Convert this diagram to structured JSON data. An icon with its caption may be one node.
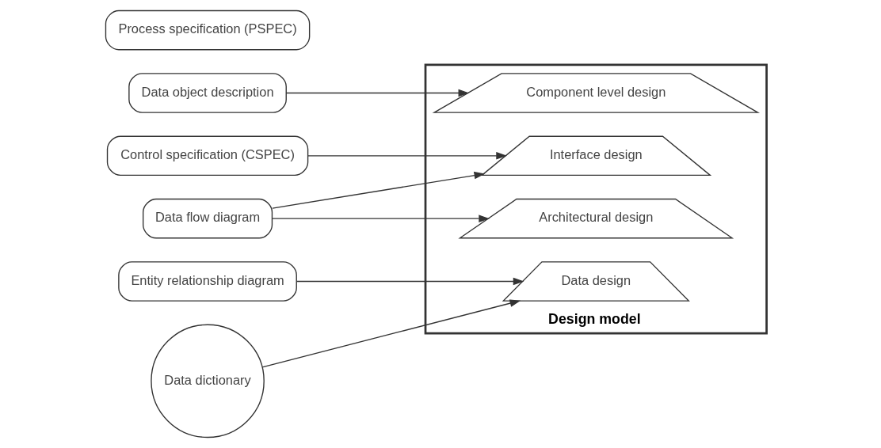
{
  "diagram": {
    "nodes": [
      {
        "text": [
          "Data object description"
        ]
      },
      {
        "text": [
          "Process specification (PSPEC)"
        ]
      },
      {
        "text": [
          "Control specification (CSPEC)"
        ]
      },
      {
        "text": [
          "Entity relationship diagram"
        ]
      },
      {
        "text": [
          "Data flow diagram"
        ]
      },
      {
        "text": [
          "Data dictionary"
        ]
      },
      {
        "text": [
          "Design model"
        ]
      },
      {
        "text": [
          "Component level design"
        ],
        "in": 6
      },
      {
        "text": [
          "Interface design"
        ],
        "in": 6
      },
      {
        "text": [
          "Architectural design"
        ],
        "in": 6
      },
      {
        "text": [
          "Data design"
        ],
        "in": 6
      }
    ],
    "edges": [
      {
        "from": 0,
        "to": 7,
        "arrow": "to"
      },
      {
        "from": 2,
        "to": 8,
        "arrow": "to"
      },
      {
        "from": 4,
        "to": 8,
        "arrow": "to"
      },
      {
        "from": 4,
        "to": 9,
        "arrow": "to"
      },
      {
        "from": 5,
        "to": 10,
        "arrow": "to"
      },
      {
        "from": 3,
        "to": 10,
        "arrow": "to"
      }
    ]
  }
}
